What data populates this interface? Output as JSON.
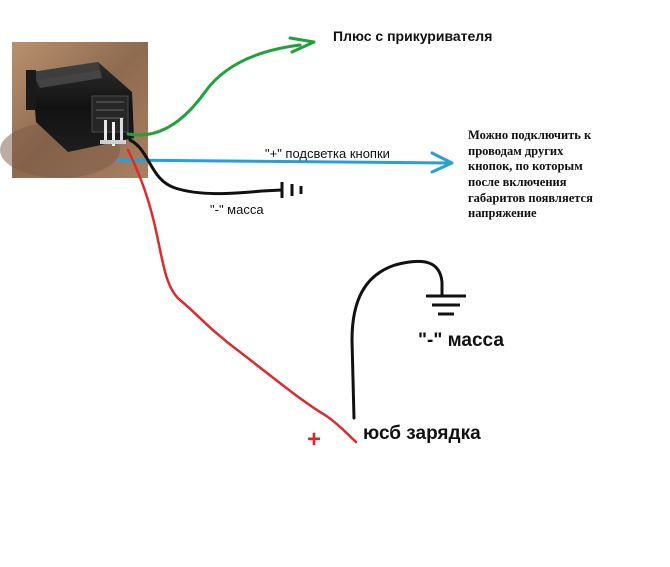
{
  "labels": {
    "top_label": "Плюс с прикуривателя",
    "backlight_label": "\"+\" подсветка кнопки",
    "ground_small_label": "\"-\" масса",
    "note_lines": [
      "Можно подключить к",
      "проводам других",
      "кнопок, по которым",
      "после включения",
      "габаритов появляется",
      "напряжение"
    ],
    "ground_big_label": "\"-\" масса",
    "usb_label": "юсб зарядка",
    "plus_sign": "+"
  },
  "colors": {
    "green_wire": "#1fa23a",
    "blue_wire": "#2a9fd6",
    "red_wire": "#dd2b2b",
    "black_wire": "#111111",
    "plus_sign": "#e0242c",
    "text": "#111111"
  },
  "icons": {
    "photo": "switch-button-photo",
    "ground": "ground-symbol"
  }
}
